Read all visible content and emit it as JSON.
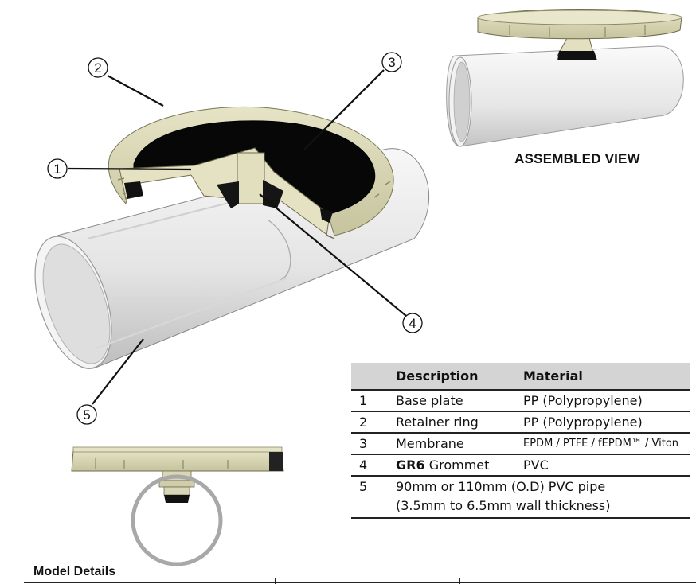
{
  "callouts": [
    "1",
    "2",
    "3",
    "4",
    "5"
  ],
  "assembled_label": "ASSEMBLED VIEW",
  "model_details_label": "Model Details",
  "table": {
    "headers": [
      "Description",
      "Material"
    ],
    "rows": [
      {
        "num": "1",
        "desc": "Base plate",
        "material": "PP (Polypropylene)"
      },
      {
        "num": "2",
        "desc": "Retainer ring",
        "material": "PP (Polypropylene)"
      },
      {
        "num": "3",
        "desc": "Membrane",
        "material": "EPDM / PTFE / fEPDM™ / Viton"
      },
      {
        "num": "4",
        "desc_bold": "GR6",
        "desc": "Grommet",
        "material": "PVC"
      },
      {
        "num": "5",
        "desc": "90mm or 110mm (O.D) PVC pipe",
        "desc2": "(3.5mm to 6.5mm wall thickness)",
        "material": ""
      }
    ]
  },
  "colors": {
    "retainer": "#d8d6b4",
    "membrane": "#0a0a0a",
    "pipe": "#ededed",
    "header_bg": "#d4d4d4"
  }
}
